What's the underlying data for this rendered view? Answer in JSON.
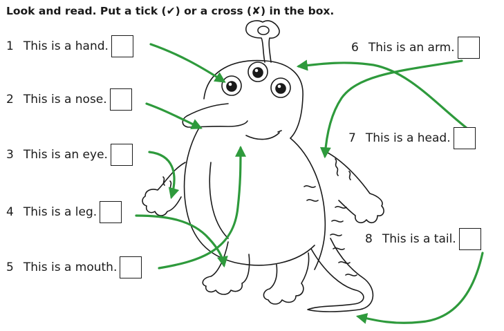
{
  "heading": "Look and read. Put a tick (✔) or a cross (✘) in the box.",
  "colors": {
    "arrow": "#2e9a3c",
    "ink": "#1a1a1a"
  },
  "icons": [
    "tick-icon",
    "cross-icon",
    "monster-illustration"
  ],
  "items": [
    {
      "number": "1",
      "text": "This is a hand."
    },
    {
      "number": "2",
      "text": "This is a nose."
    },
    {
      "number": "3",
      "text": "This is an eye."
    },
    {
      "number": "4",
      "text": "This is a leg."
    },
    {
      "number": "5",
      "text": "This is a mouth."
    },
    {
      "number": "6",
      "text": "This is an arm."
    },
    {
      "number": "7",
      "text": "This is a head."
    },
    {
      "number": "8",
      "text": "This is a tail."
    }
  ]
}
